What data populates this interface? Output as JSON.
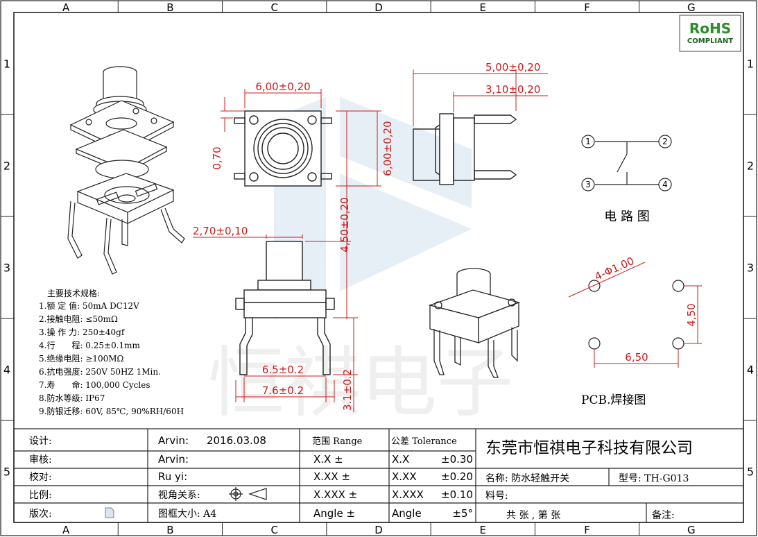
{
  "frame": {
    "columns": [
      "A",
      "B",
      "C",
      "D",
      "E",
      "F",
      "G"
    ],
    "rows": [
      "1",
      "2",
      "3",
      "4",
      "5"
    ]
  },
  "rohs": {
    "line1": "RoHS",
    "line2": "COMPLIANT"
  },
  "dimensions": {
    "top_width": "6,00±0,20",
    "top_height": "6,00±0,20",
    "top_edge": "0,70",
    "side_total": "5,00±0,20",
    "side_body": "3,10±0,20",
    "plunger": "2,70±0,10",
    "height": "4,50±0,20",
    "front_inner": "6.5±0.2",
    "front_outer": "7.6±0.2",
    "front_leg": "3.1±0.2"
  },
  "circuit": {
    "pins": [
      "1",
      "2",
      "3",
      "4"
    ],
    "title": "电 路 图"
  },
  "pcb": {
    "hole_label": "4-Φ1.00",
    "height": "4,50",
    "width": "6,50",
    "title": "PCB.焊接图"
  },
  "specs": {
    "title": "主要技术规格:",
    "items": [
      "1.额 定 值: 50mA DC12V",
      "2.接触电阻: ≤50mΩ",
      "3.操 作 力: 250±40gf",
      "4.行　　程: 0.25±0.1mm",
      "5.绝缘电阻: ≥100MΩ",
      "6.抗电强度: 250V 50HZ 1Min.",
      "7.寿　　命: 100,000 Cycles",
      "8.防水等级: IP67",
      "9.防银迁移: 60V, 85℃, 90%RH/60H"
    ]
  },
  "titleblock": {
    "labels": [
      "设计:",
      "审核:",
      "校对:",
      "比例:",
      "版次:"
    ],
    "design_by": "Arvin:",
    "design_date": "2016.03.08",
    "review_by": "Arvin:",
    "check_by": "Ru yi:",
    "view_label": "视角关系:",
    "frame_size": "图框大小:  A4",
    "range_header": "范围 Range",
    "tolerance_header": "公差 Tolerance",
    "ranges": [
      "X.X      ±",
      "X.XX     ±",
      "X.XXX   ±",
      "Angle  ±"
    ],
    "tolerances": [
      {
        "name": "X.X",
        "value": "±0.30"
      },
      {
        "name": "X.XX",
        "value": "±0.20"
      },
      {
        "name": "X.XXX",
        "value": "±0.10"
      },
      {
        "name": "Angle",
        "value": "±5°"
      }
    ],
    "company": "东莞市恒祺电子科技有限公司",
    "product_name": "名称: 防水轻触开关",
    "model": "型号: TH-G013",
    "material": "料号:",
    "sheet": "共    张  , 第    张",
    "remark": "备注:"
  },
  "watermark": "恒祺电子"
}
